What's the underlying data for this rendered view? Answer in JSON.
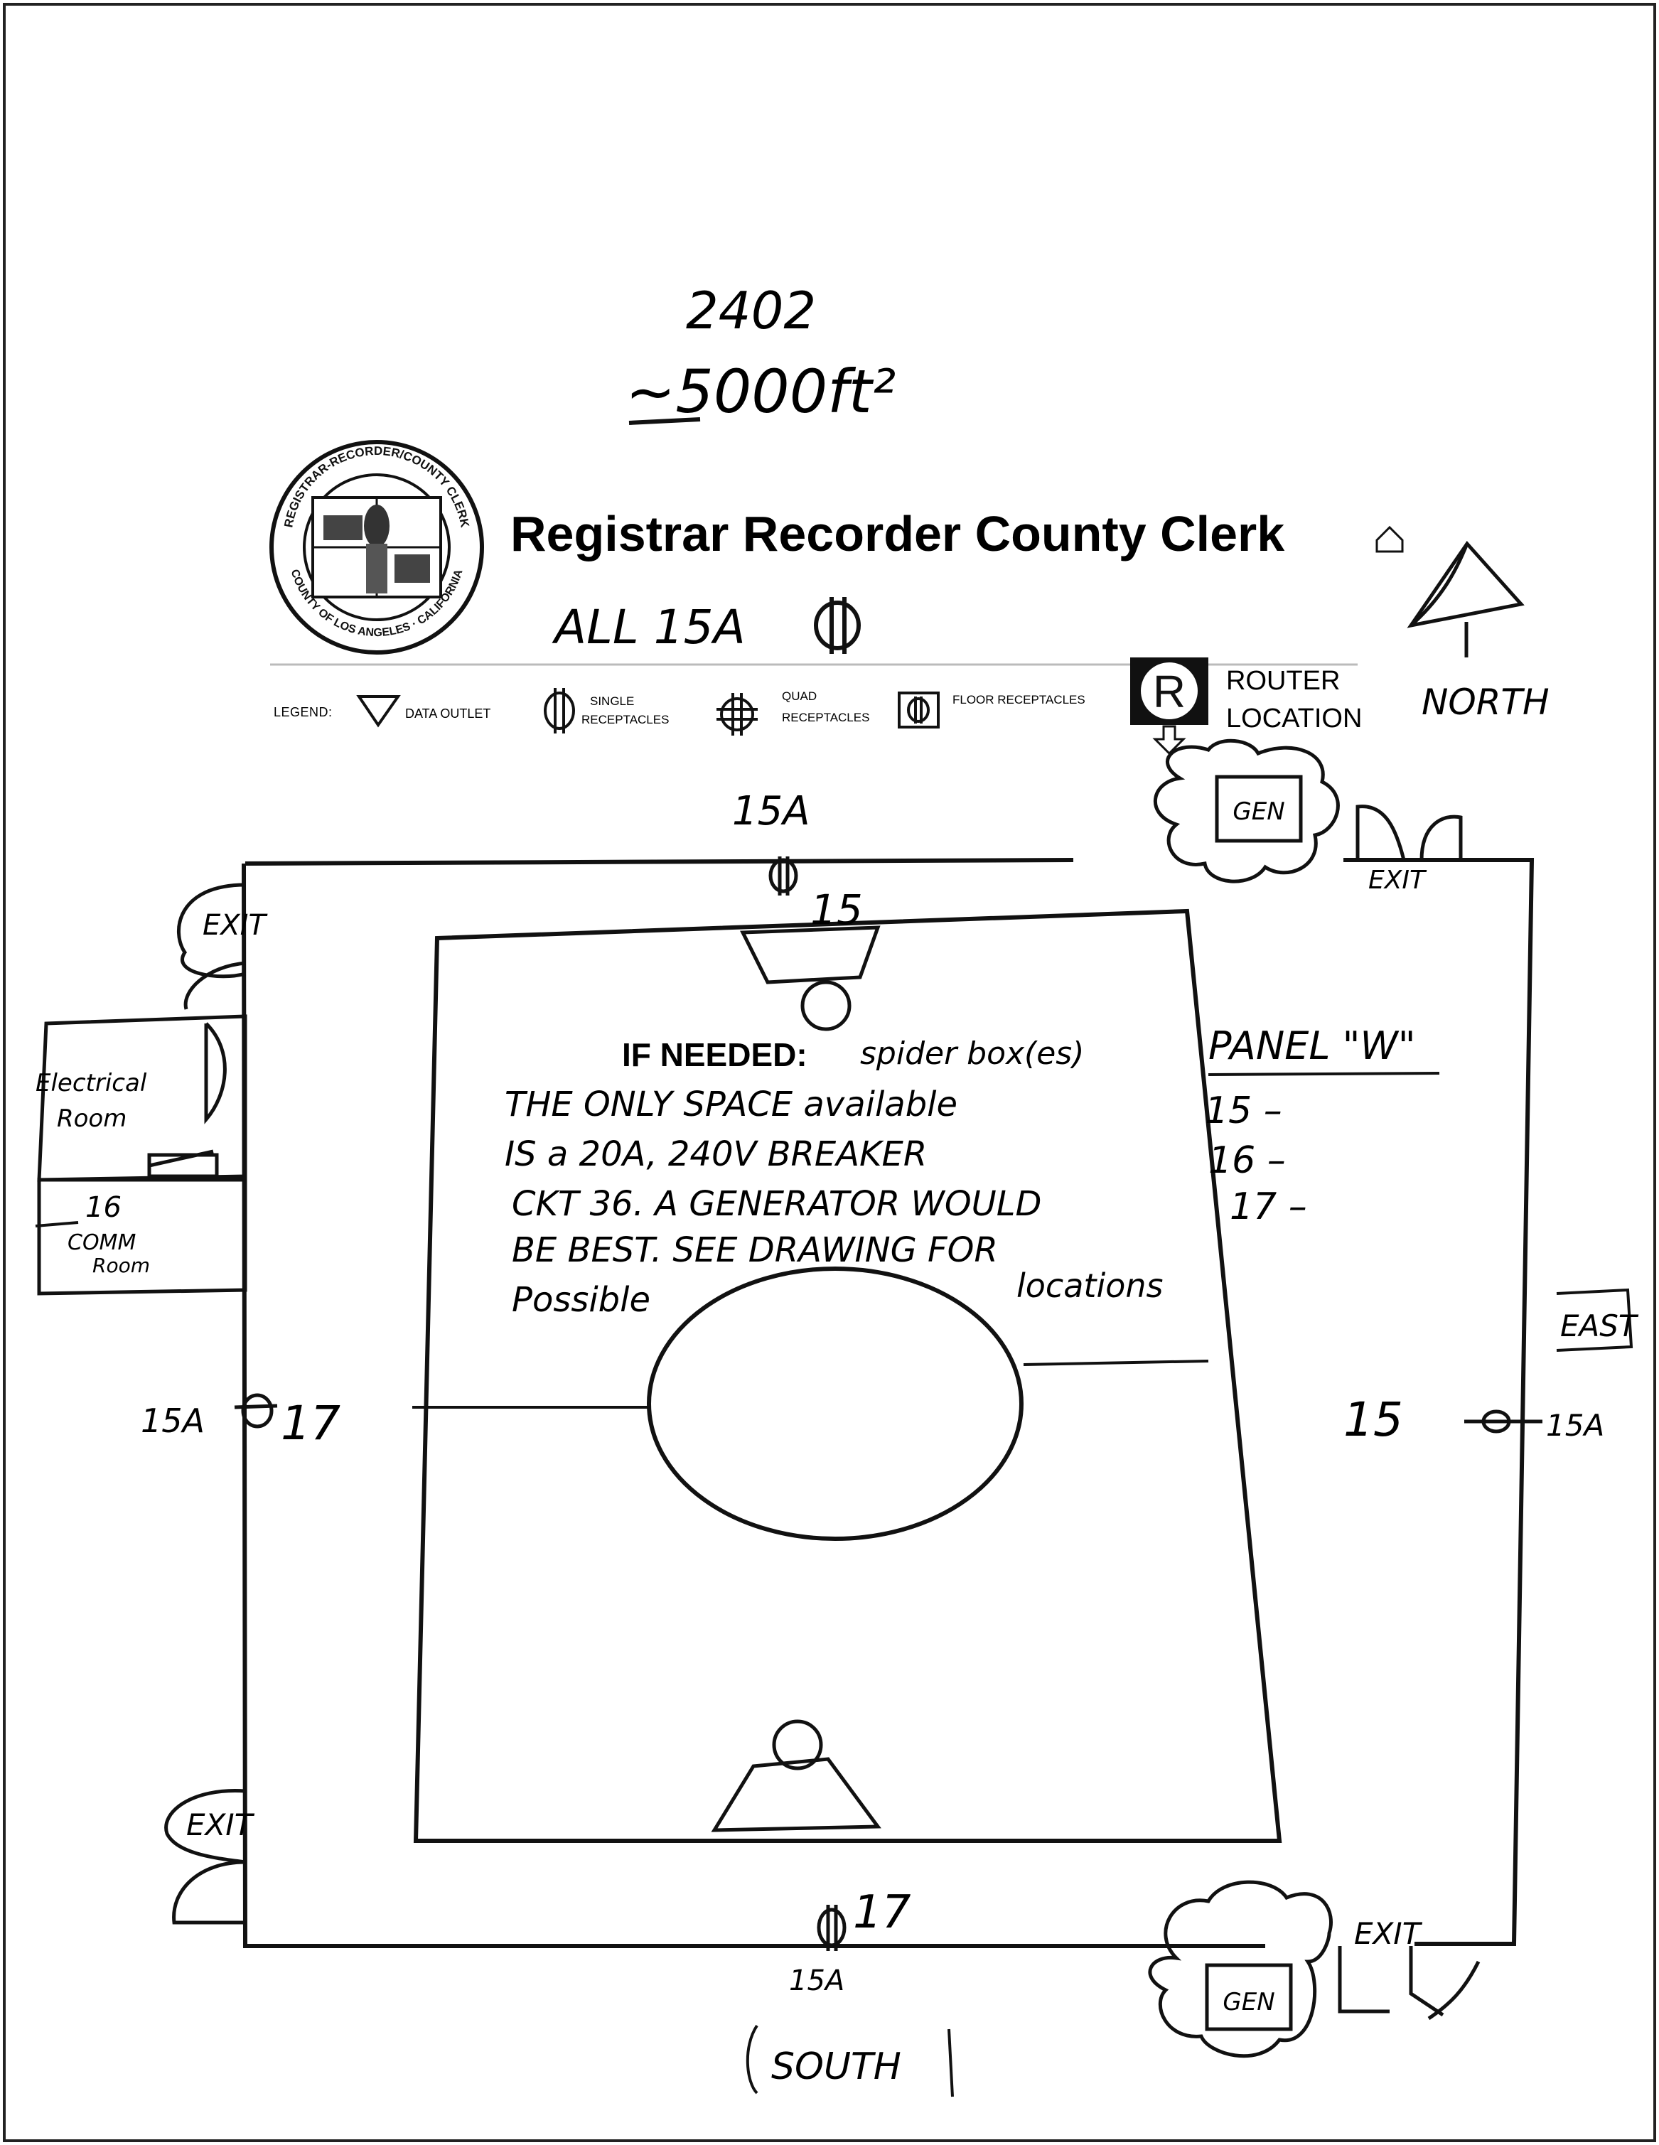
{
  "header": {
    "title": "Registrar Recorder County Clerk",
    "room_number": "2402",
    "area": "~5000ft²",
    "amps_note": "ALL 15A"
  },
  "seal": {
    "text_top": "REGISTRAR-RECORDER/COUNTY CLERK",
    "text_bottom": "COUNTY OF LOS ANGELES · CALIFORNIA"
  },
  "legend": {
    "label": "LEGEND:",
    "data_outlet": "DATA OUTLET",
    "single_receptacles_1": "SINGLE",
    "single_receptacles_2": "RECEPTACLES",
    "quad_receptacles_1": "QUAD",
    "quad_receptacles_2": "RECEPTACLES",
    "floor_receptacles": "FLOOR RECEPTACLES",
    "router_symbol": "R",
    "router_label_1": "ROUTER",
    "router_label_2": "LOCATION"
  },
  "compass": {
    "north": "NORTH",
    "east": "EAST",
    "south": "SOUTH"
  },
  "plan": {
    "exit_label": "EXIT",
    "generator_label": "GEN",
    "electrical_room_1": "Electrical",
    "electrical_room_2": "Room",
    "comm_room_num": "16",
    "comm_room_1": "COMM",
    "comm_room_2": "Room",
    "top_amps": "15A",
    "top_circuit": "15",
    "bottom_circuit": "17",
    "bottom_amps": "15A",
    "left_amps": "15A",
    "left_circuit": "17",
    "right_circuit": "15",
    "right_amps": "15A"
  },
  "panel": {
    "title": "PANEL \"W\"",
    "rows": [
      "15 –",
      "16 –",
      "17 –"
    ]
  },
  "note": {
    "heading": "IF NEEDED:",
    "heading_hand": "spider box(es)",
    "lines": [
      "THE ONLY SPACE available",
      "IS a 20A, 240V BREAKER",
      "CKT 36. A GENERATOR WOULD",
      "BE BEST. SEE DRAWING FOR"
    ],
    "last_left": "Possible",
    "last_right": "locations"
  }
}
